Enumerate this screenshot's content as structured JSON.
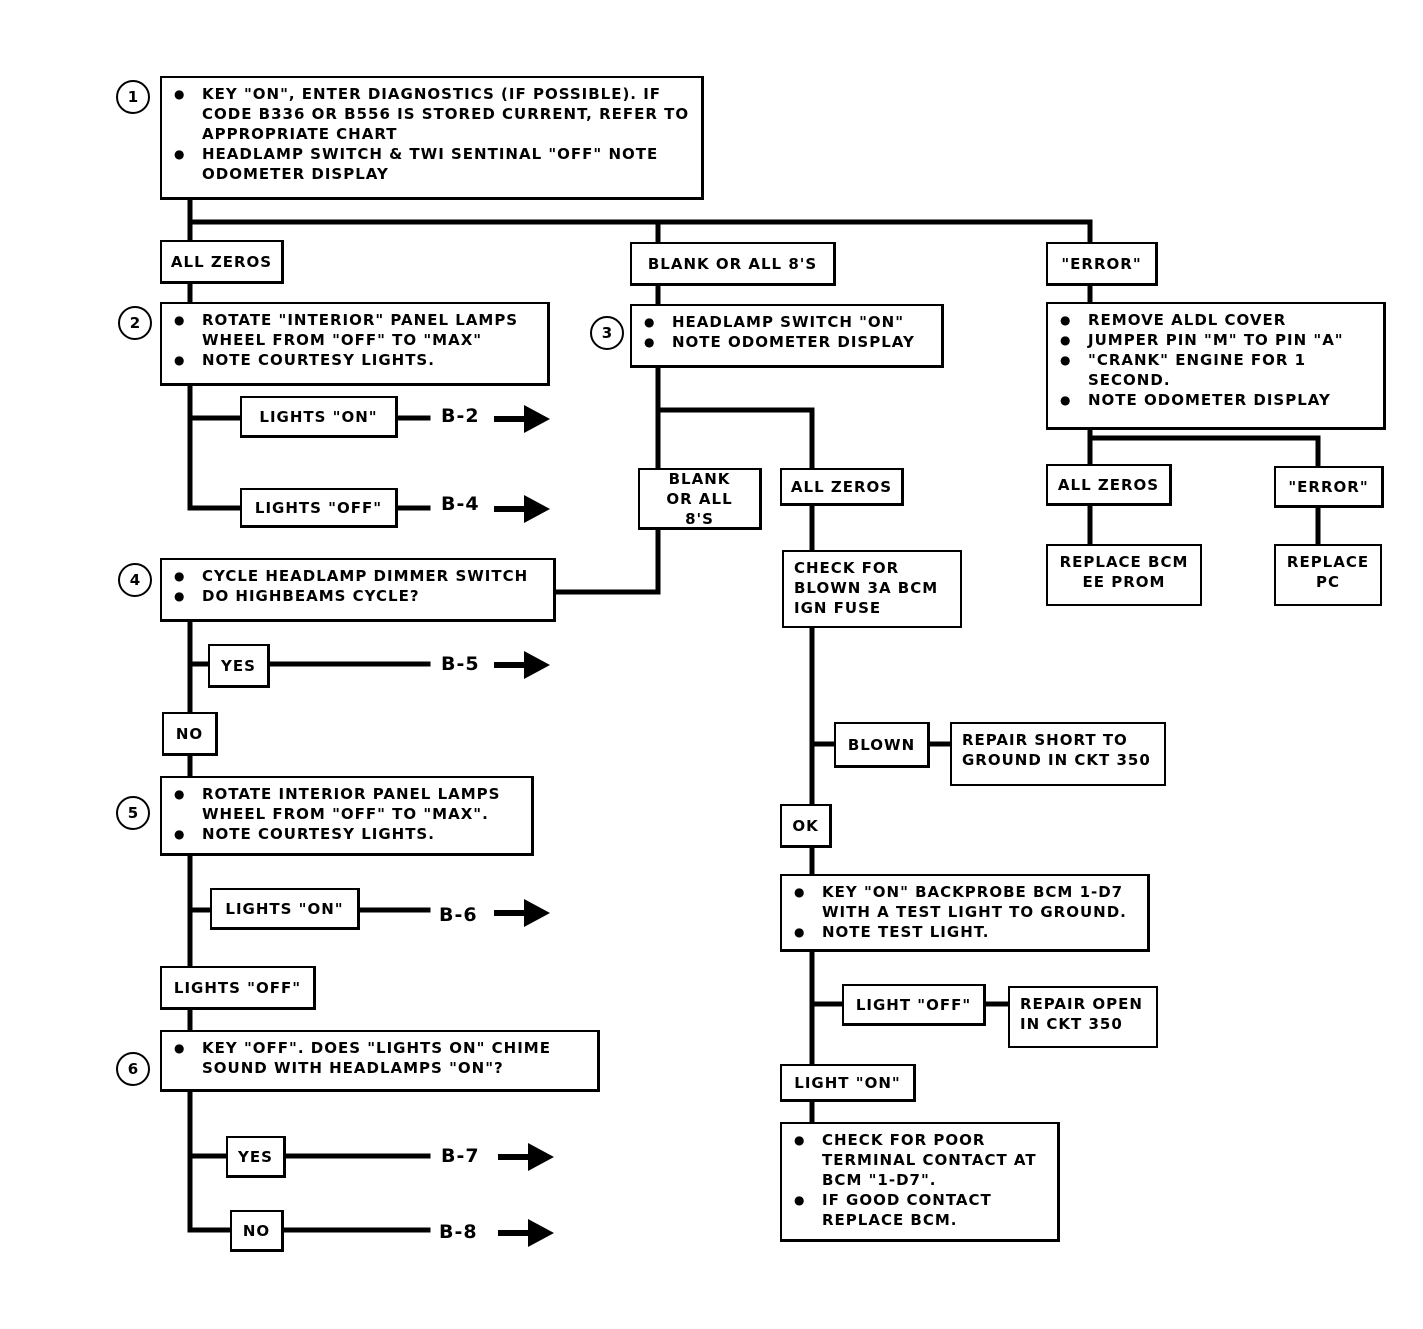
{
  "steps": [
    {
      "number": "1",
      "bullets": [
        "KEY \"ON\", ENTER DIAGNOSTICS (IF POSSIBLE). IF CODE B336 OR B556 IS STORED CURRENT, REFER TO APPROPRIATE CHART",
        "HEADLAMP SWITCH & TWI SENTINAL \"OFF\"  NOTE ODOMETER DISPLAY"
      ]
    },
    {
      "number": "2",
      "bullets": [
        "ROTATE \"INTERIOR\" PANEL LAMPS WHEEL FROM \"OFF\" TO \"MAX\"",
        "NOTE COURTESY LIGHTS."
      ]
    },
    {
      "number": "3",
      "bullets": [
        "HEADLAMP SWITCH \"ON\"",
        "NOTE ODOMETER DISPLAY"
      ]
    },
    {
      "number": "4",
      "bullets": [
        "CYCLE HEADLAMP DIMMER SWITCH",
        "DO HIGHBEAMS CYCLE?"
      ]
    },
    {
      "number": "5",
      "bullets": [
        "ROTATE INTERIOR PANEL LAMPS WHEEL FROM \"OFF\" TO \"MAX\".",
        "NOTE COURTESY LIGHTS."
      ]
    },
    {
      "number": "6",
      "bullets": [
        "KEY \"OFF\".  DOES \"LIGHTS ON\" CHIME SOUND WITH HEADLAMPS \"ON\"?"
      ]
    }
  ],
  "error_box": {
    "bullets": [
      "REMOVE ALDL COVER",
      "JUMPER PIN \"M\" TO PIN \"A\"",
      "\"CRANK\" ENGINE FOR 1 SECOND.",
      "NOTE ODOMETER DISPLAY"
    ]
  },
  "test_light_box": {
    "bullets": [
      "KEY \"ON\" BACKPROBE BCM 1-D7 WITH A TEST LIGHT TO GROUND.",
      "NOTE TEST LIGHT."
    ]
  },
  "terminal_box": {
    "bullets": [
      "CHECK FOR POOR TERMINAL CONTACT AT BCM \"1-D7\".",
      "IF GOOD CONTACT REPLACE BCM."
    ]
  },
  "labels": {
    "all_zeros_1": "ALL ZEROS",
    "blank_or_all_8s_1": "BLANK OR ALL 8'S",
    "error_1": "\"ERROR\"",
    "lights_on_2": "LIGHTS \"ON\"",
    "lights_off_2": "LIGHTS \"OFF\"",
    "blank_or_all_8s_3": "BLANK OR ALL 8'S",
    "all_zeros_3": "ALL ZEROS",
    "all_zeros_err": "ALL ZEROS",
    "error_err": "\"ERROR\"",
    "yes_4": "YES",
    "no_4": "NO",
    "lights_on_5": "LIGHTS \"ON\"",
    "lights_off_5": "LIGHTS \"OFF\"",
    "yes_6": "YES",
    "no_6": "NO",
    "blown": "BLOWN",
    "ok": "OK",
    "light_off": "LIGHT \"OFF\"",
    "light_on": "LIGHT \"ON\""
  },
  "actions": {
    "replace_bcm_ee_prom": "REPLACE BCM EE PROM",
    "replace_pc": "REPLACE PC",
    "check_fuse": "CHECK FOR BLOWN 3A BCM IGN FUSE",
    "repair_short": "REPAIR SHORT TO GROUND IN CKT 350",
    "repair_open": "REPAIR OPEN IN CKT 350"
  },
  "refs": {
    "b2": "B-2",
    "b4": "B-4",
    "b5": "B-5",
    "b6": "B-6",
    "b7": "B-7",
    "b8": "B-8"
  }
}
